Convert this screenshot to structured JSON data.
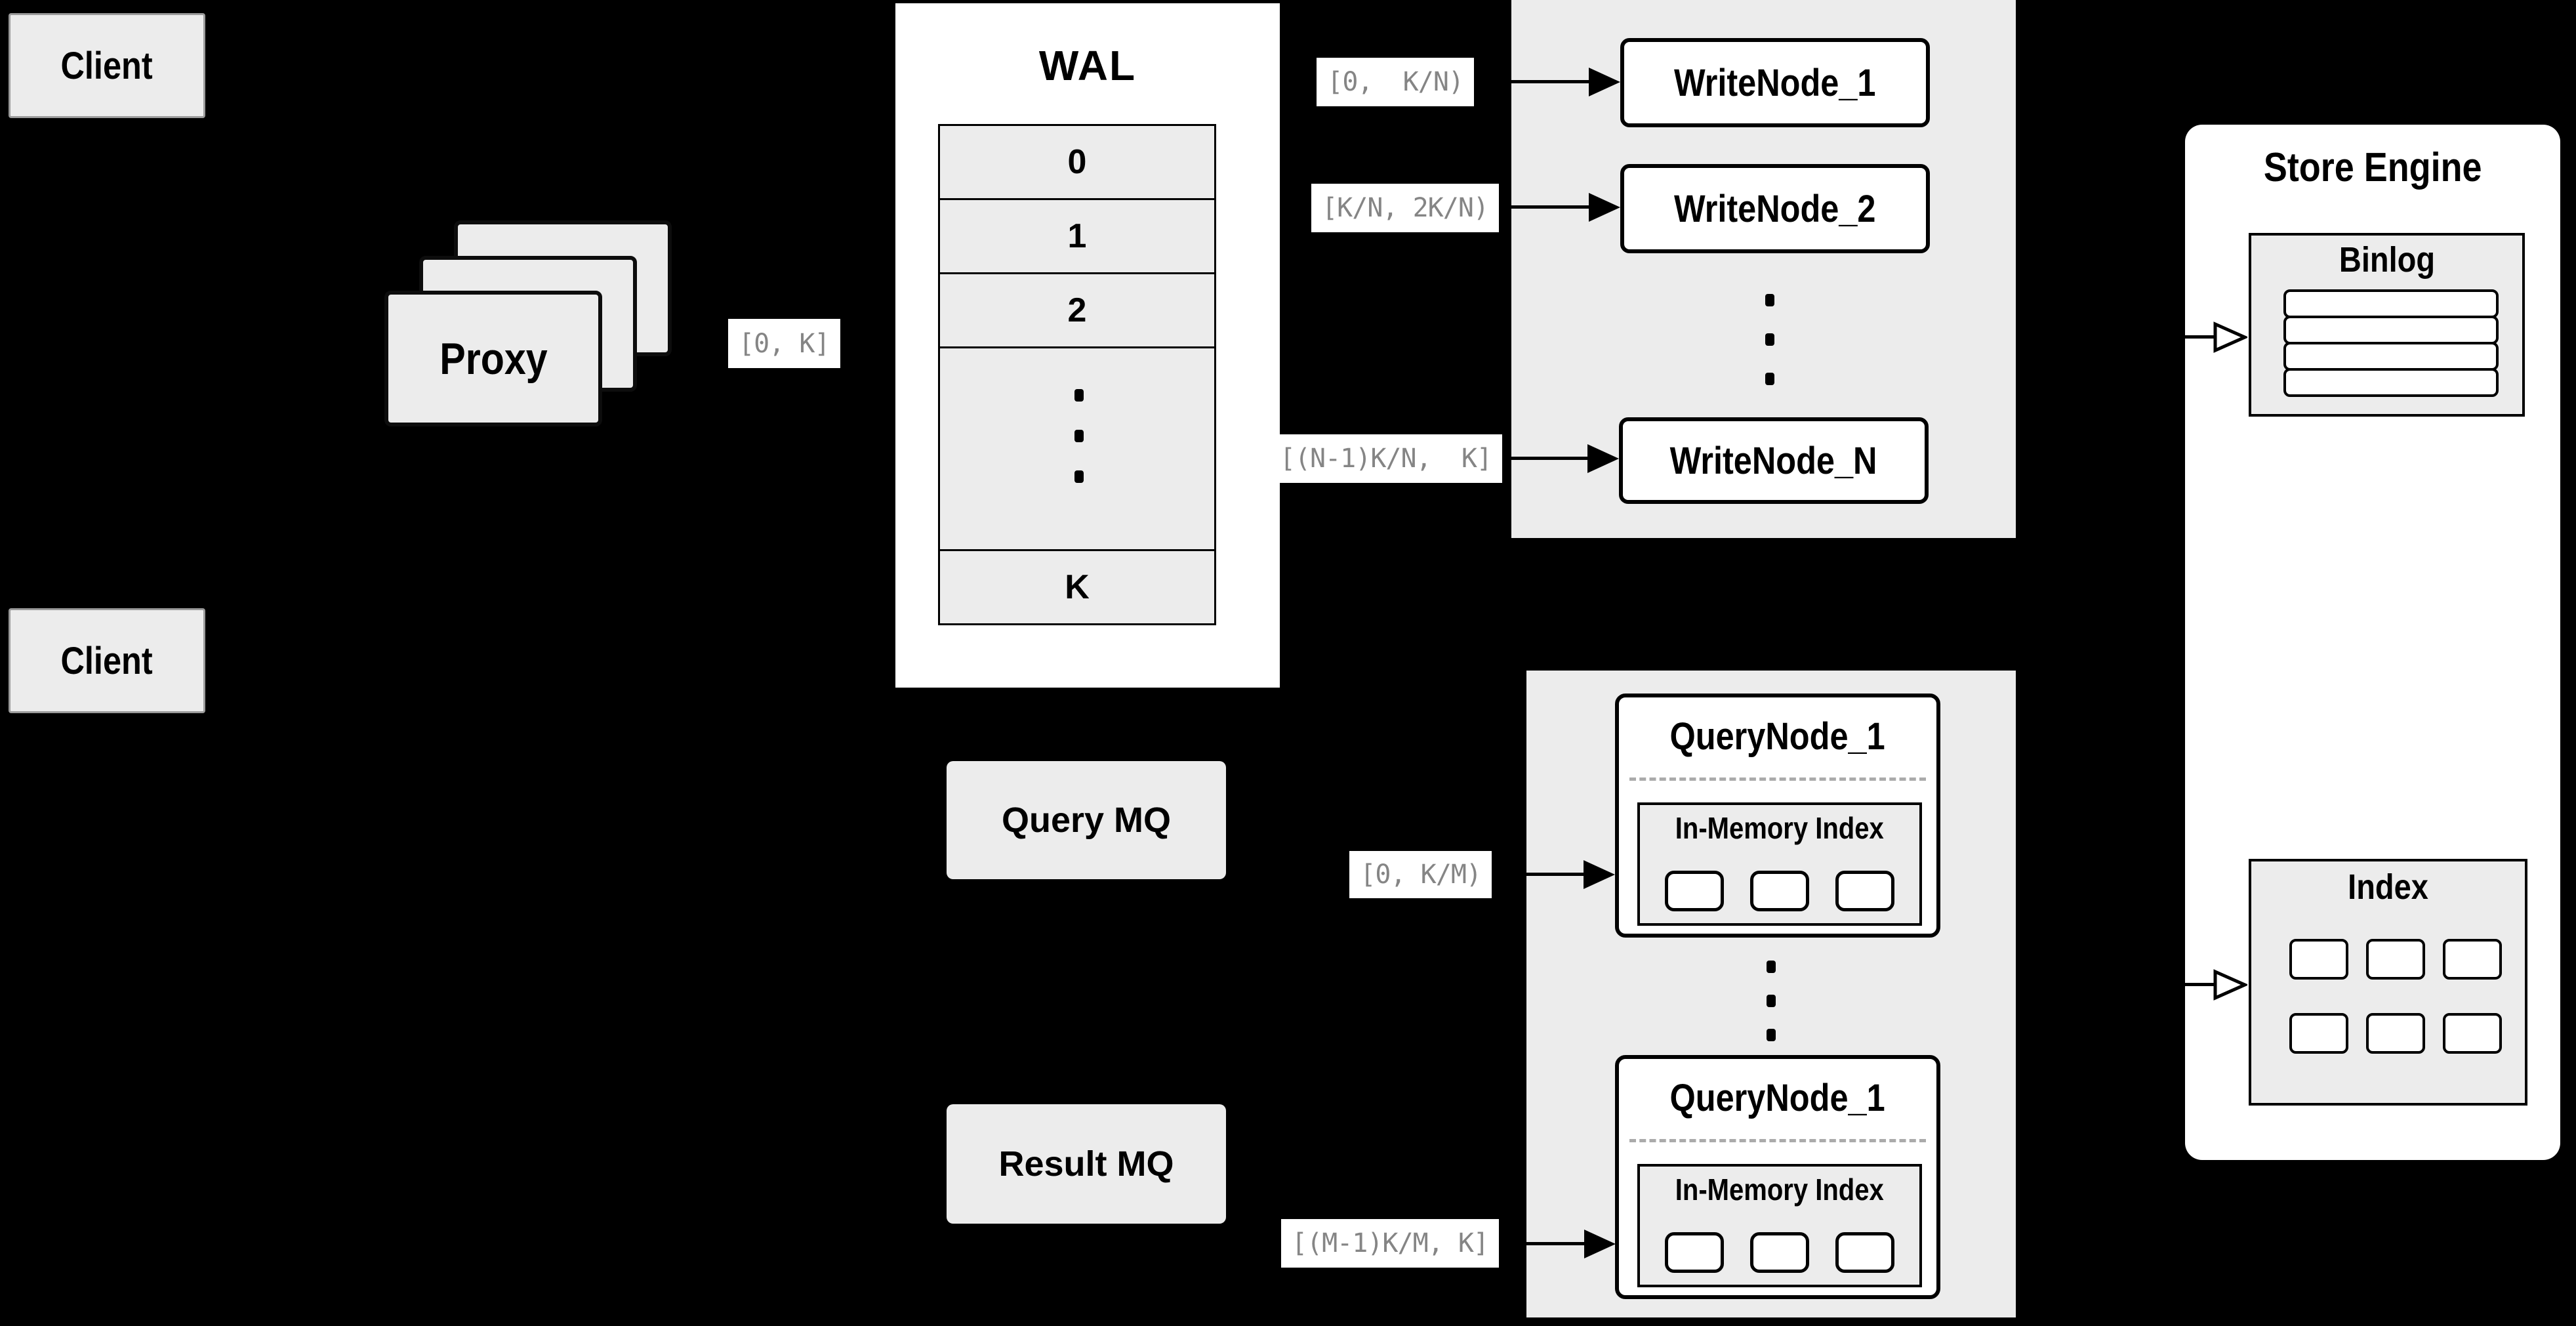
{
  "clients": {
    "top": "Client",
    "bottom": "Client"
  },
  "proxy": {
    "label": "Proxy",
    "interval": "[0, K]"
  },
  "wal": {
    "title": "WAL",
    "segments": [
      "0",
      "1",
      "2",
      "K"
    ],
    "ellipsis": "⋮"
  },
  "write_group": {
    "nodes": [
      {
        "label": "WriteNode_1",
        "interval": "[0,  K/N)"
      },
      {
        "label": "WriteNode_2",
        "interval": "[K/N, 2K/N)"
      },
      {
        "label": "WriteNode_N",
        "interval": "[(N-1)K/N,  K]"
      }
    ],
    "ellipsis": "⋮"
  },
  "mq": {
    "query": "Query MQ",
    "result": "Result MQ"
  },
  "query_group": {
    "nodes": [
      {
        "title": "QueryNode_1",
        "inner_title": "In-Memory Index",
        "interval": "[0, K/M)"
      },
      {
        "title": "QueryNode_1",
        "inner_title": "In-Memory Index",
        "interval": "[(M-1)K/M, K]"
      }
    ],
    "ellipsis": "⋮"
  },
  "store_engine": {
    "title": "Store Engine",
    "binlog_title": "Binlog",
    "index_title": "Index"
  },
  "colors": {
    "background": "#000000",
    "panel_gray": "#ececec",
    "node_white": "#ffffff",
    "line_black": "#000000",
    "interval_text_gray": "#858585",
    "divider_dash_gray": "#ababab",
    "client_border_gray": "#9b9b9b"
  }
}
